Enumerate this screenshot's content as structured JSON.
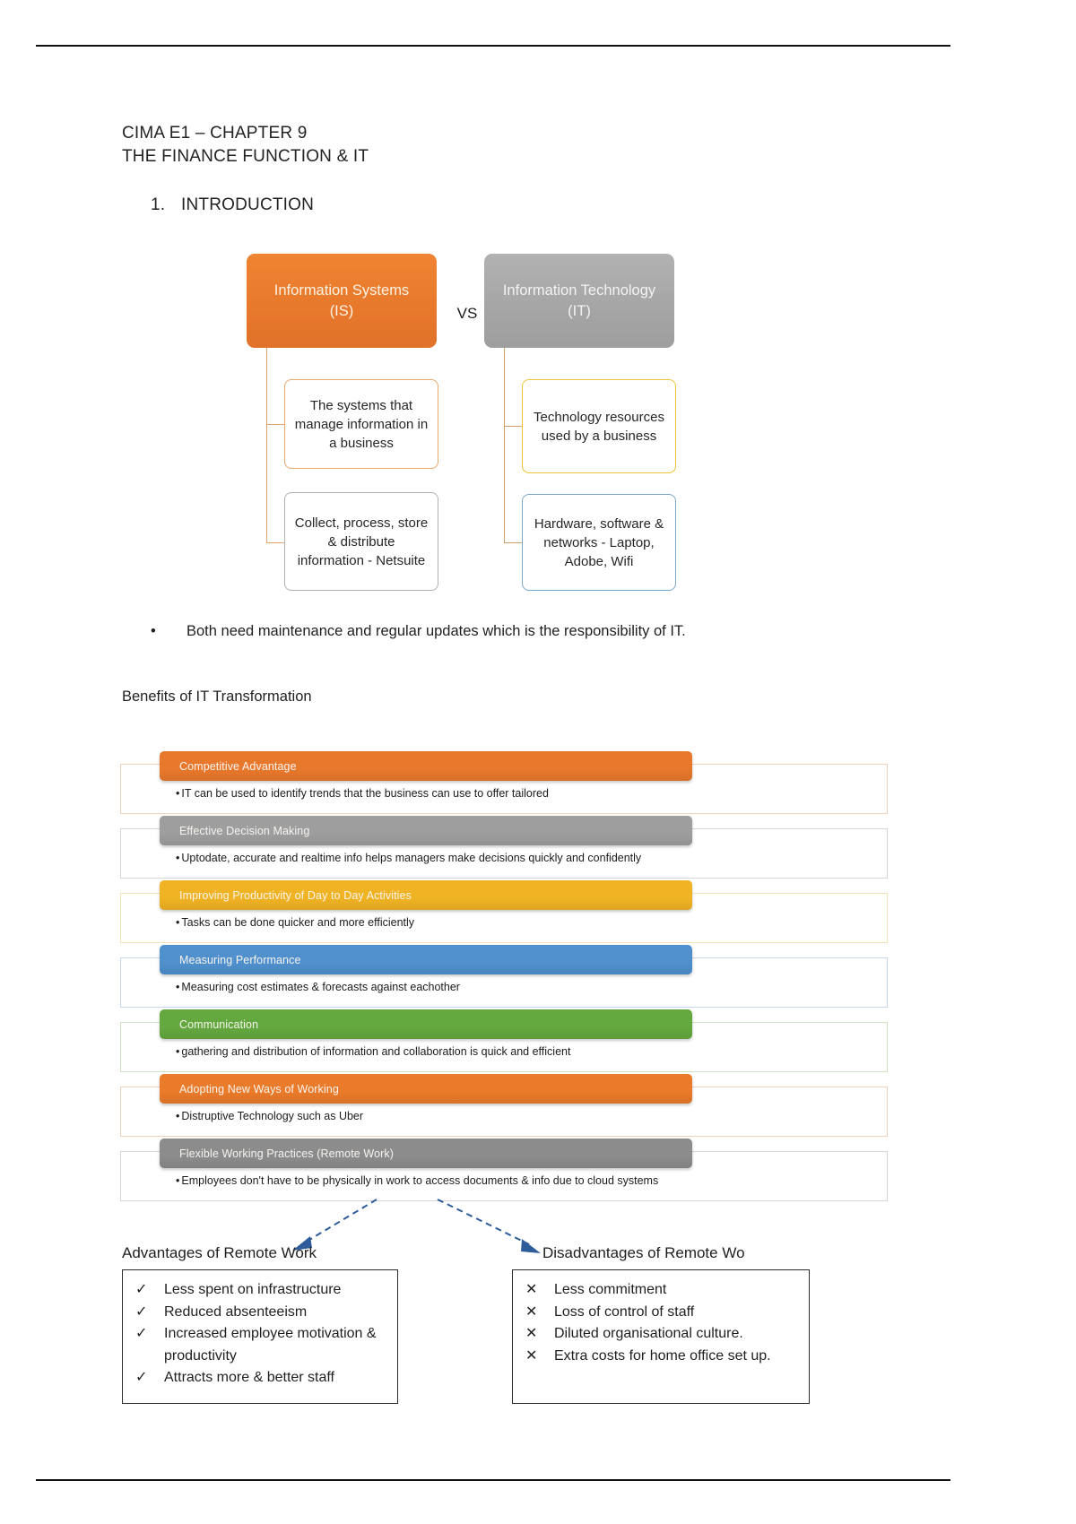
{
  "document": {
    "title_line1": "CIMA E1 – CHAPTER 9",
    "title_line2": "THE FINANCE FUNCTION & IT",
    "section_number": "1.",
    "section_title": "INTRODUCTION"
  },
  "diagram": {
    "left_header": "Information Systems (IS)",
    "left_header_line1": "Information Systems",
    "left_header_line2": "(IS)",
    "vs_label": "VS",
    "right_header_line1": "Information Technology",
    "right_header_line2": "(IT)",
    "left_children": [
      "The systems that manage information in a business",
      "Collect, process, store & distribute information - Netsuite"
    ],
    "right_children": [
      "Technology resources used by a business",
      "Hardware, software & networks - Laptop, Adobe, Wifi"
    ],
    "colors": {
      "is_box": "#e8792c",
      "it_box": "#a6a6a6",
      "child_1_border": "#e8a870",
      "child_2_border": "#b0b0b0",
      "child_3_border": "#f0c235",
      "child_4_border": "#7aa6cc"
    }
  },
  "note": {
    "bullet": "•",
    "text": "Both need maintenance and regular updates which is the responsibility of IT."
  },
  "benefits": {
    "heading": "Benefits of IT Transformation",
    "bullet_glyph": "•",
    "items": [
      {
        "label": "Competitive Advantage",
        "detail": "IT can be used to identify trends that the business can use to offer tailored",
        "color": "#e8792c",
        "frame_color": "#f0d2bb"
      },
      {
        "label": "Effective Decision Making",
        "detail": "Uptodate, accurate and realtime info helps managers make decisions quickly and confidently",
        "color": "#9e9e9e",
        "frame_color": "#d6d6d6"
      },
      {
        "label": "Improving Productivity of Day to Day Activities",
        "detail": "Tasks can be done quicker and more efficiently",
        "color": "#f0b323",
        "frame_color": "#f3e3b8"
      },
      {
        "label": "Measuring Performance",
        "detail": "Measuring cost estimates & forecasts against eachother",
        "color": "#4f90cd",
        "frame_color": "#c3d8ec"
      },
      {
        "label": "Communication",
        "detail": "gathering and distribution of information and collaboration is quick and efficient",
        "color": "#64a93f",
        "frame_color": "#cfe3c1"
      },
      {
        "label": "Adopting New Ways of Working",
        "detail": "Distruptive Technology such as Uber",
        "color": "#ea7b2a",
        "frame_color": "#f0d2bb"
      },
      {
        "label": "Flexible Working Practices (Remote Work)",
        "detail": "Employees don't have to be physically in work to access documents & info due to cloud systems",
        "color": "#8c8c8c",
        "frame_color": "#d6d6d6"
      }
    ]
  },
  "remote_work": {
    "arrow_color": "#2e5c9a",
    "advantages": {
      "heading": "Advantages of Remote Work",
      "mark": "✓",
      "items": [
        "Less spent on infrastructure",
        "Reduced absenteeism",
        "Increased employee motivation & productivity",
        "Attracts more & better staff"
      ]
    },
    "disadvantages": {
      "heading": "Disadvantages of Remote Wo",
      "mark": "✕",
      "items": [
        "Less commitment",
        "Loss of control of staff",
        "Diluted organisational culture.",
        "Extra costs for home office set up."
      ]
    }
  }
}
